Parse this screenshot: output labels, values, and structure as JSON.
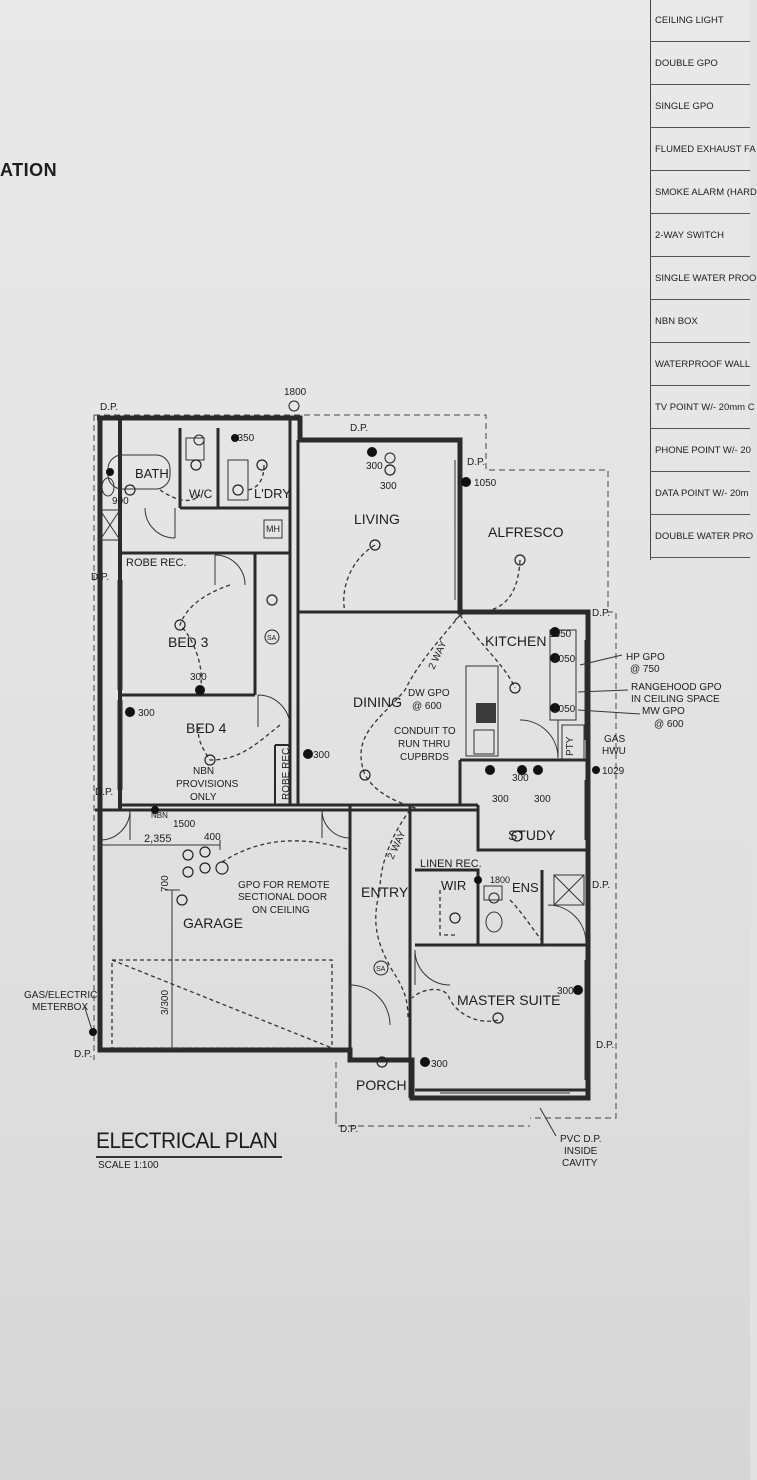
{
  "sheet": {
    "side_title": "ATION",
    "plan_title": "ELECTRICAL PLAN",
    "plan_scale": "SCALE 1:100"
  },
  "legend": {
    "rows": [
      "CEILING LIGHT",
      "DOUBLE GPO",
      "SINGLE GPO",
      "FLUMED EXHAUST FA",
      "SMOKE ALARM (HARD",
      "2-WAY SWITCH",
      "SINGLE WATER PROO",
      "NBN BOX",
      "WATERPROOF WALL",
      "TV POINT W/- 20mm C",
      "PHONE POINT W/- 20",
      "DATA POINT W/- 20m",
      "DOUBLE WATER PRO"
    ]
  },
  "rooms": {
    "bath": "BATH",
    "wc": "W/C",
    "laundry": "L'DRY",
    "living": "LIVING",
    "alfresco": "ALFRESCO",
    "kitchen": "KITCHEN",
    "dining": "DINING",
    "bed3": "BED 3",
    "bed4": "BED 4",
    "robe_rec_1": "ROBE REC.",
    "robe_rec_2": "ROBE REC.",
    "study": "STUDY",
    "linen_rec": "LINEN REC.",
    "wir": "WIR",
    "ens": "ENS",
    "entry": "ENTRY",
    "garage": "GARAGE",
    "master_suite": "MASTER SUITE",
    "porch": "PORCH",
    "pty": "PTY"
  },
  "notes": {
    "dp": "D.P.",
    "dp_alt": "D.P.",
    "n1800": "1800",
    "n1350a": "1350",
    "n1350b": "1350",
    "n1050a": "1050",
    "n1050b": "1050",
    "n1050c": "1050",
    "n900": "900",
    "n300": "300",
    "n1029": "1029",
    "n1500": "1500",
    "n1800b": "1800",
    "n2355": "2,355",
    "n400": "400",
    "n700": "700",
    "n3300": "3/300",
    "mh": "MH",
    "sa": "SA",
    "nbn": "NBN",
    "two_way": "2 WAY",
    "dw_gpo": "DW GPO",
    "dw_gpo_height": "@ 600",
    "conduit": [
      "CONDUIT TO",
      "RUN THRU",
      "CUPBRDS"
    ],
    "hp_gpo": [
      "HP GPO",
      "@ 750"
    ],
    "rangehood": [
      "RANGEHOOD GPO",
      "IN CEILING SPACE",
      "MW GPO",
      "@ 600"
    ],
    "gas_hwu": [
      "GAS",
      "HWU"
    ],
    "nbn_provisions": [
      "NBN",
      "PROVISIONS",
      "ONLY"
    ],
    "gpo_remote": [
      "GPO FOR REMOTE",
      "SECTIONAL DOOR",
      "ON CEILING"
    ],
    "meterbox": [
      "GAS/ELECTRIC",
      "METERBOX"
    ],
    "pvc_dp": [
      "PVC D.P.",
      "INSIDE",
      "CAVITY"
    ]
  }
}
